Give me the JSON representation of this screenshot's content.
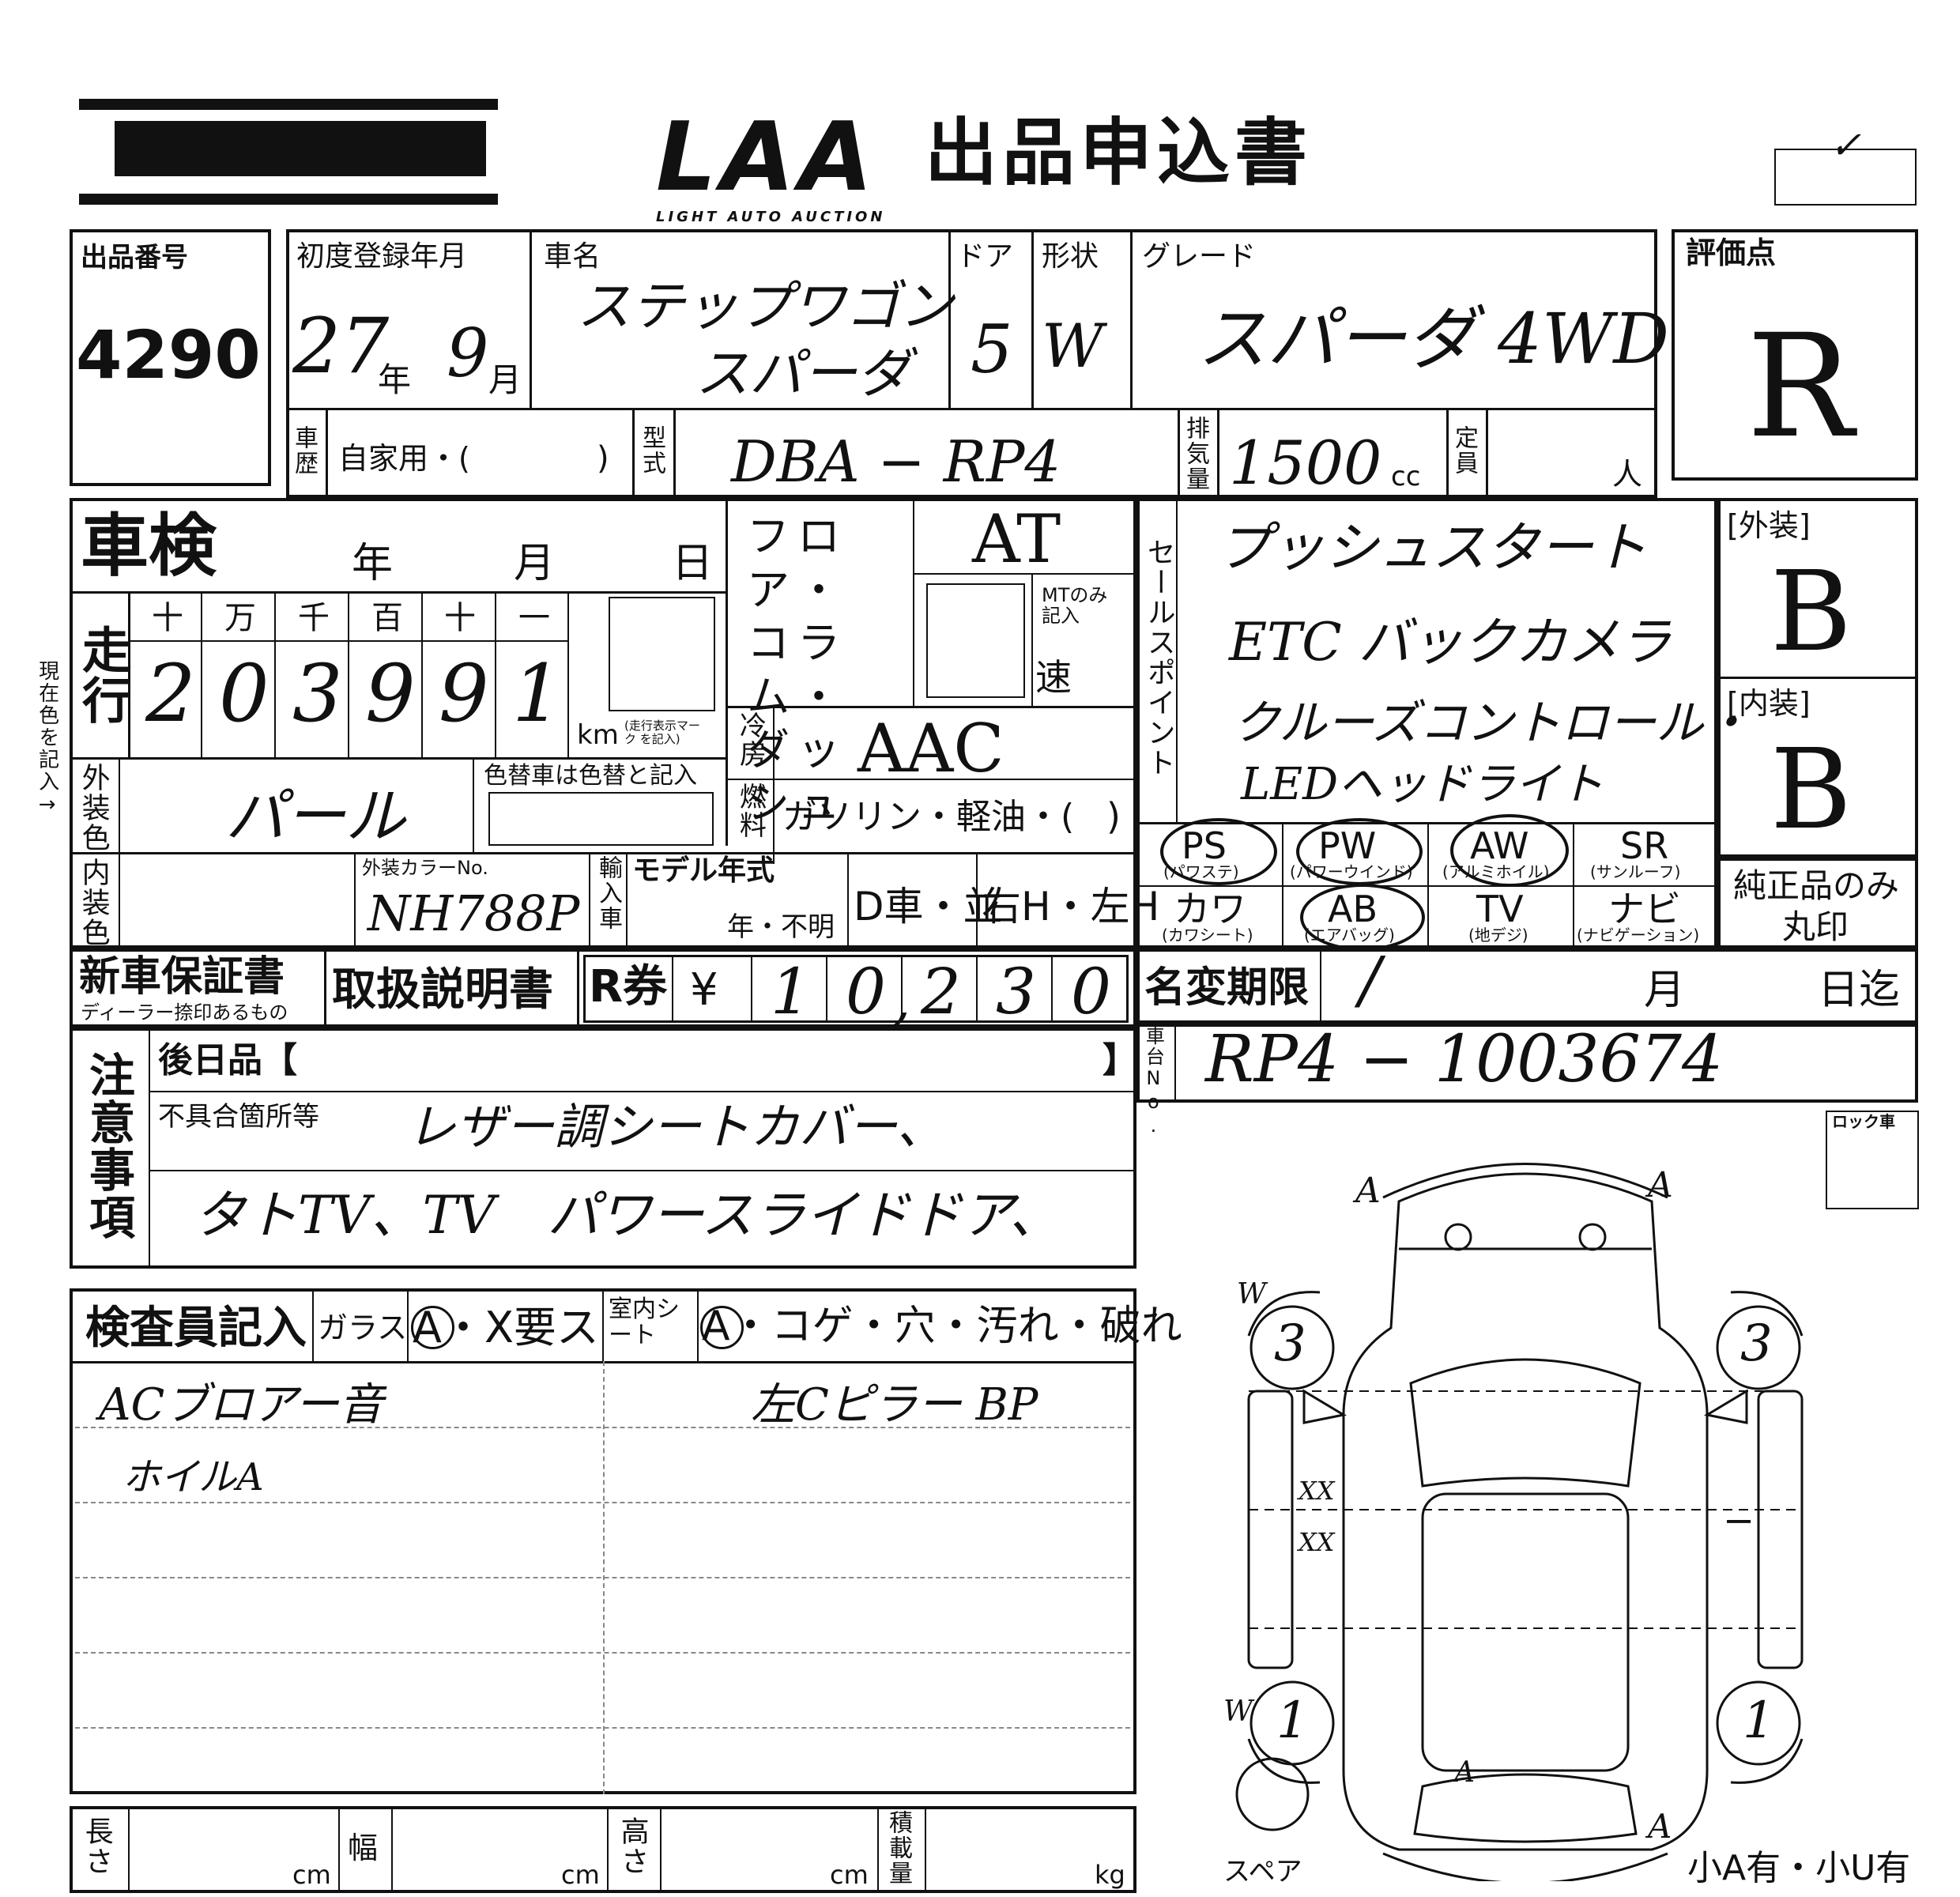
{
  "header": {
    "brand": "LAA",
    "brand_sub": "LIGHT AUTO AUCTION",
    "title": "出品申込書",
    "check_mark": "✓"
  },
  "lot": {
    "label": "出品番号",
    "value": "4290"
  },
  "first_reg": {
    "label": "初度登録年月",
    "year": "27",
    "year_unit": "年",
    "month": "9",
    "month_unit": "月"
  },
  "car_name": {
    "label": "車名",
    "line1": "ステップワゴン",
    "line2": "スパーダ"
  },
  "door": {
    "label": "ドア",
    "value": "5"
  },
  "shape": {
    "label": "形状",
    "value": "W"
  },
  "grade": {
    "label": "グレード",
    "value": "スパーダ 4WD"
  },
  "score": {
    "label": "評価点",
    "value": "R"
  },
  "history": {
    "label": "車歴",
    "text": "自家用・(",
    "close": ")"
  },
  "model_code": {
    "label": "型式",
    "value": "DBA − RP4"
  },
  "displacement": {
    "label": "排気量",
    "value": "1500",
    "unit": "cc"
  },
  "capacity": {
    "label": "定員",
    "unit": "人"
  },
  "inspection": {
    "label": "車検",
    "year": "年",
    "month": "月",
    "day": "日"
  },
  "mileage": {
    "label": "走行",
    "headers": [
      "十",
      "万",
      "千",
      "百",
      "十",
      "一"
    ],
    "digits": [
      "2",
      "0",
      "3",
      "9",
      "9",
      "1"
    ],
    "unit": "km",
    "note": "(走行表示マーク を記入)"
  },
  "shift": {
    "options": "フロア・コラム・ダッシュ",
    "value": "AT",
    "mt_note": "MTのみ 記入",
    "speed": "速"
  },
  "ac": {
    "label": "冷房",
    "value": "AAC"
  },
  "fuel": {
    "label": "燃料",
    "text": "ガソリン・軽油・(",
    "close": ")"
  },
  "exterior_color": {
    "label": "外装色",
    "value": "パール",
    "repaint_note": "色替車は色替と記入"
  },
  "interior_color": {
    "label": "内装色"
  },
  "color_no": {
    "label": "外装カラーNo.",
    "value": "NH788P"
  },
  "import": {
    "label": "輸入車"
  },
  "model_year": {
    "label": "モデル年式",
    "text": "年・不明"
  },
  "dealer": {
    "text": "D車・並"
  },
  "handle": {
    "text": "右H・左H"
  },
  "sales_points": {
    "label": "セールスポイント",
    "lines": [
      "プッシュスタート",
      "ETC バックカメラ",
      "クルーズコントロール・",
      "LEDヘッドライト"
    ]
  },
  "equipment": [
    {
      "code": "PS",
      "sub": "(パワステ)"
    },
    {
      "code": "PW",
      "sub": "(パワーウインド)"
    },
    {
      "code": "AW",
      "sub": "(アルミホイル)"
    },
    {
      "code": "SR",
      "sub": "(サンルーフ)"
    },
    {
      "code": "カワ",
      "sub": "(カワシート)"
    },
    {
      "code": "AB",
      "sub": "(エアバッグ)"
    },
    {
      "code": "TV",
      "sub": "(地デジ)"
    },
    {
      "code": "ナビ",
      "sub": "(ナビゲーション)"
    }
  ],
  "exterior_grade": {
    "label": "[外装]",
    "value": "B"
  },
  "interior_grade": {
    "label": "[内装]",
    "value": "B"
  },
  "genuine": {
    "line1": "純正品のみ",
    "line2": "丸印"
  },
  "warranty": {
    "label": "新車保証書",
    "sub": "ディーラー捺印あるもの"
  },
  "manual": {
    "label": "取扱説明書"
  },
  "recycle": {
    "label": "R券",
    "yen": "¥",
    "digits": [
      "1",
      "0",
      "2",
      "3",
      "0"
    ],
    "comma": ","
  },
  "name_change": {
    "label": "名変期限",
    "month": "月",
    "day": "日迄"
  },
  "chassis": {
    "label": "車台No.",
    "value": "RP4 − 1003674"
  },
  "notes": {
    "label": "注意事項",
    "later_items": "後日品【",
    "later_close": "】",
    "defects_label": "不具合箇所等",
    "line1": "レザー調シートカバー、",
    "line2": "タトTV、TV　パワースライドドア、"
  },
  "inspector": {
    "label": "検査員記入",
    "glass_label": "ガラス",
    "glass_opts": "A・X要ス",
    "seat_label": "室内シート",
    "seat_opts": "A・コゲ・穴・汚れ・破れ",
    "note_left1": "ACブロアー音",
    "note_left2": "ホイルA",
    "note_right1": "左Cピラー BP"
  },
  "dims": {
    "length": "長さ",
    "width": "幅",
    "height": "高さ",
    "load": "積載量",
    "cm": "cm",
    "kg": "kg"
  },
  "diagram": {
    "lock": "ロック車",
    "spare": "スペア",
    "small_damage": "小A有・小U有",
    "tire_fl": "3",
    "tire_fr": "3",
    "tire_rl": "1",
    "tire_rr": "1",
    "mark_a": "A",
    "mark_w": "W",
    "mark_xx": "XX",
    "mark_dash": "−",
    "mark_rear": "A"
  }
}
